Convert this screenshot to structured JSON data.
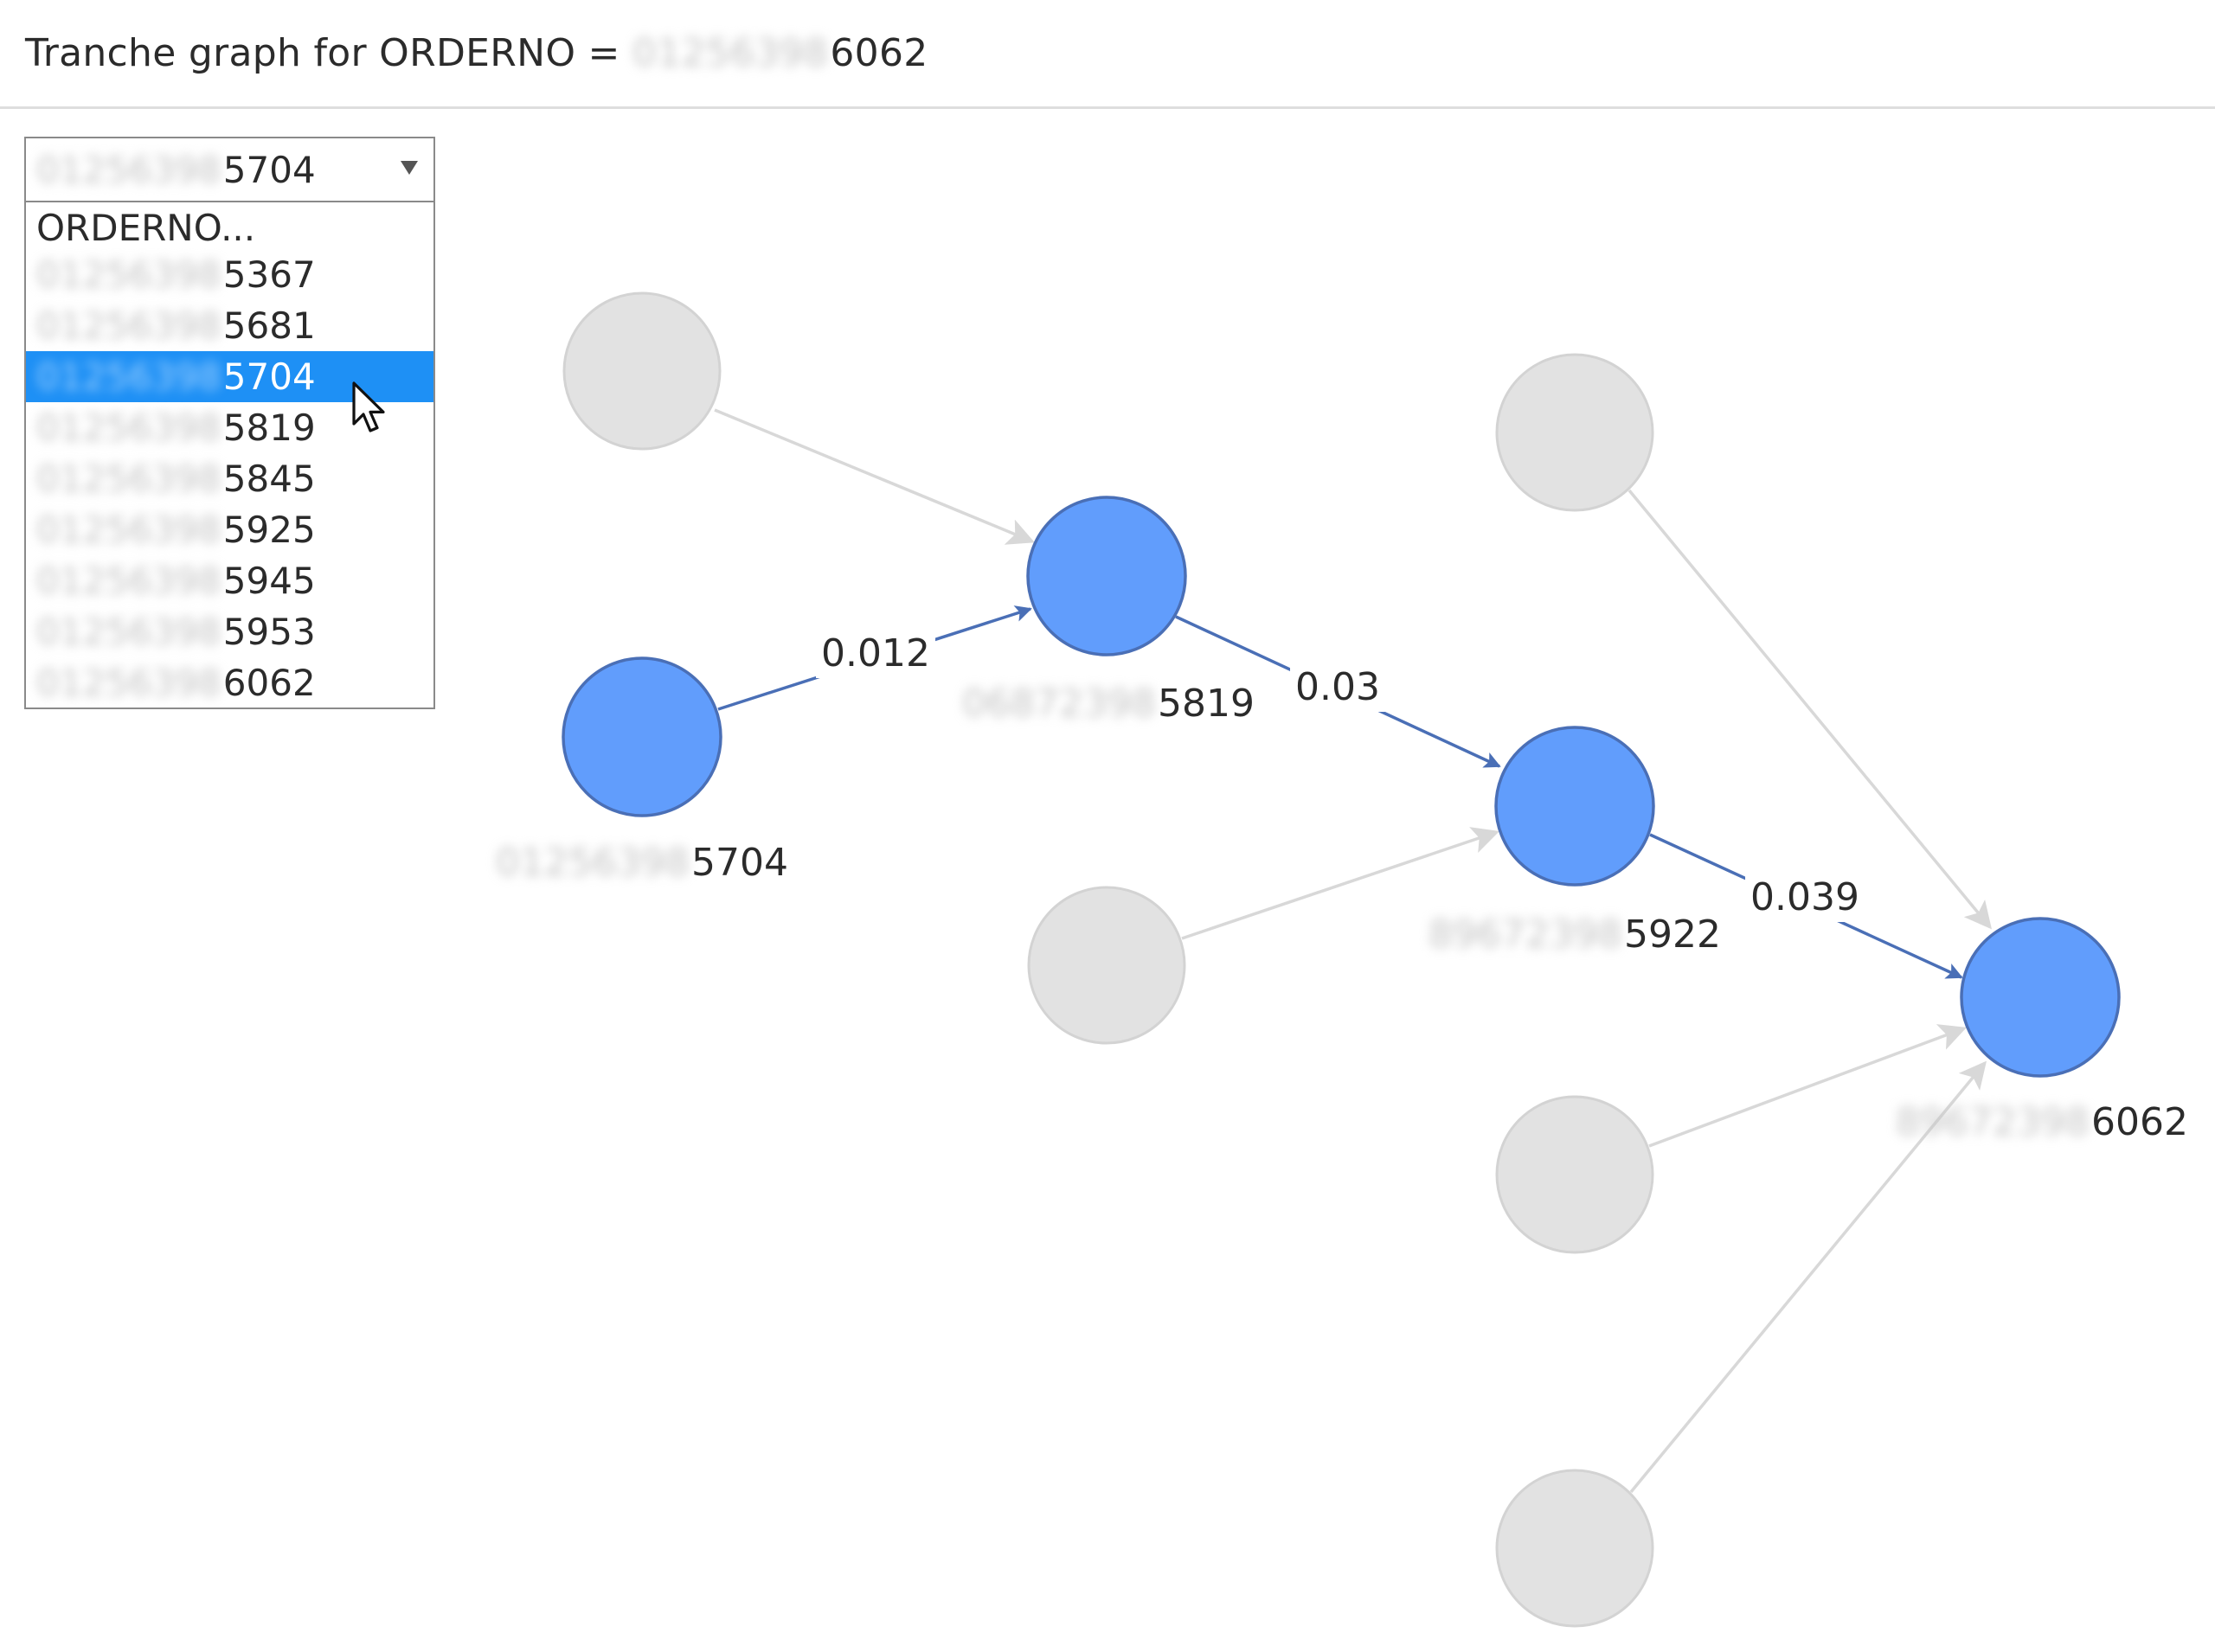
{
  "header": {
    "title_prefix": "Tranche graph for ORDERNO =",
    "title_masked": "01256398",
    "title_suffix": "6062"
  },
  "dropdown": {
    "selected_masked": "01256398",
    "selected_suffix": "5704",
    "placeholder": "ORDERNO...",
    "options": [
      {
        "masked": "01256398",
        "suffix": "5367",
        "selected": false
      },
      {
        "masked": "01256398",
        "suffix": "5681",
        "selected": false
      },
      {
        "masked": "01256398",
        "suffix": "5704",
        "selected": true
      },
      {
        "masked": "01256398",
        "suffix": "5819",
        "selected": false
      },
      {
        "masked": "01256398",
        "suffix": "5845",
        "selected": false
      },
      {
        "masked": "01256398",
        "suffix": "5925",
        "selected": false
      },
      {
        "masked": "01256398",
        "suffix": "5945",
        "selected": false
      },
      {
        "masked": "01256398",
        "suffix": "5953",
        "selected": false
      },
      {
        "masked": "01256398",
        "suffix": "6062",
        "selected": false
      }
    ]
  },
  "graph": {
    "colors": {
      "active_node": "#619dfc",
      "active_stroke": "#4a6fb6",
      "active_edge": "#4a6fb6",
      "inactive_node": "#e2e2e2",
      "inactive_stroke": "#d3d3d3",
      "inactive_edge": "#d8d8d8"
    },
    "node_labels": [
      {
        "masked": "01256398",
        "suffix": "5704"
      },
      {
        "masked": "06872398",
        "suffix": "5819"
      },
      {
        "masked": "89672398",
        "suffix": "5922"
      },
      {
        "masked": "89672398",
        "suffix": "6062"
      }
    ],
    "edge_labels": [
      "0.012",
      "0.03",
      "0.039"
    ]
  }
}
